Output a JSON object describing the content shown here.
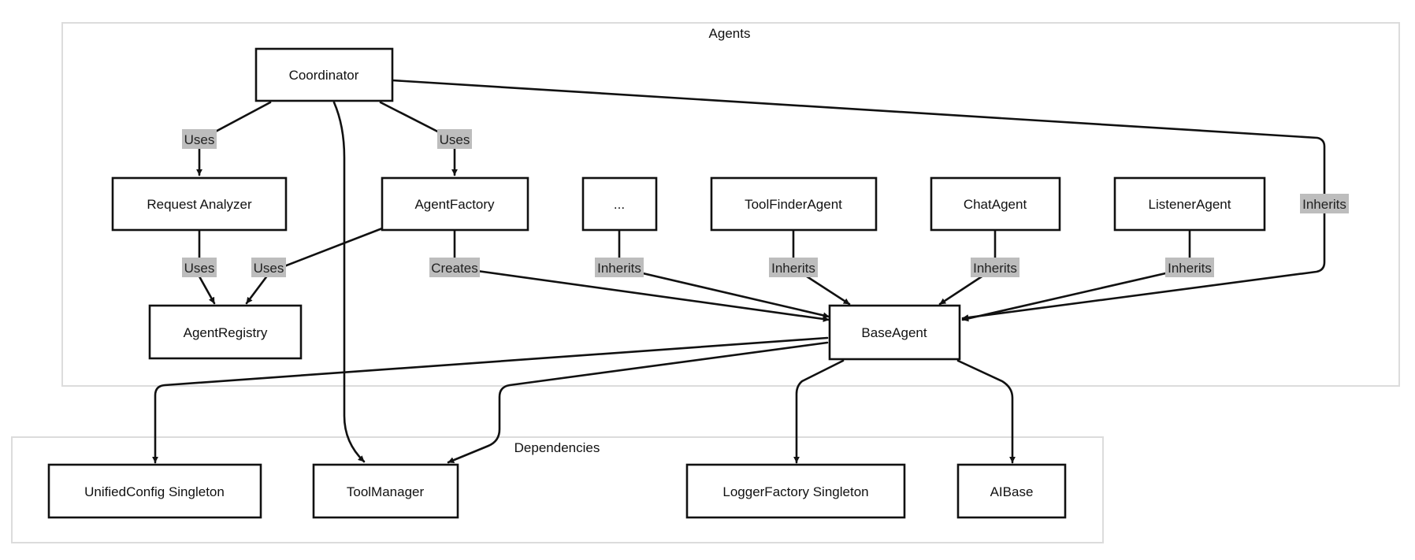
{
  "clusters": {
    "agents": {
      "title": "Agents"
    },
    "dependencies": {
      "title": "Dependencies"
    }
  },
  "nodes": {
    "coordinator": "Coordinator",
    "request_analyzer": "Request Analyzer",
    "agent_factory": "AgentFactory",
    "ellipsis": "...",
    "tool_finder_agent": "ToolFinderAgent",
    "chat_agent": "ChatAgent",
    "listener_agent": "ListenerAgent",
    "agent_registry": "AgentRegistry",
    "base_agent": "BaseAgent",
    "unified_config": "UnifiedConfig Singleton",
    "tool_manager": "ToolManager",
    "logger_factory": "LoggerFactory Singleton",
    "ai_base": "AIBase"
  },
  "edges": {
    "coordinator_request_analyzer": "Uses",
    "coordinator_agent_factory": "Uses",
    "coordinator_base_agent": "Inherits",
    "request_analyzer_registry": "Uses",
    "factory_registry": "Uses",
    "factory_base_agent": "Creates",
    "ellipsis_base_agent": "Inherits",
    "toolfinder_base_agent": "Inherits",
    "chat_base_agent": "Inherits",
    "listener_base_agent": "Inherits"
  }
}
